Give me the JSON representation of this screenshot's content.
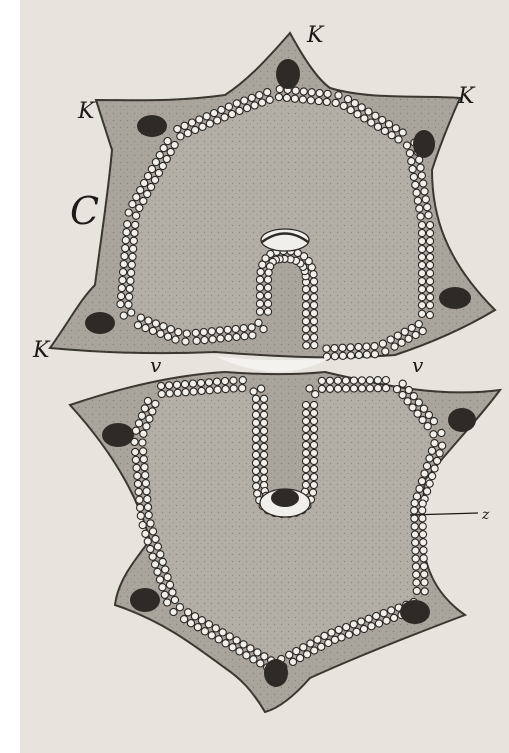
{
  "figure": {
    "panel_letter": "C",
    "labels": {
      "k_top": "K",
      "k_upper_left": "K",
      "k_upper_right": "K",
      "k_left": "K",
      "v_left": "v",
      "v_right": "v",
      "z": "z"
    },
    "colors": {
      "paper": "#e7e4de",
      "tissue": "#aaa59c",
      "tissue_edge": "#3a3630",
      "cavity": "#b3aea6",
      "cell_fill": "#f1efe9",
      "cell_stroke": "#2b2824",
      "nucleus": "#2e2b27",
      "ink": "#1c1a17"
    }
  }
}
